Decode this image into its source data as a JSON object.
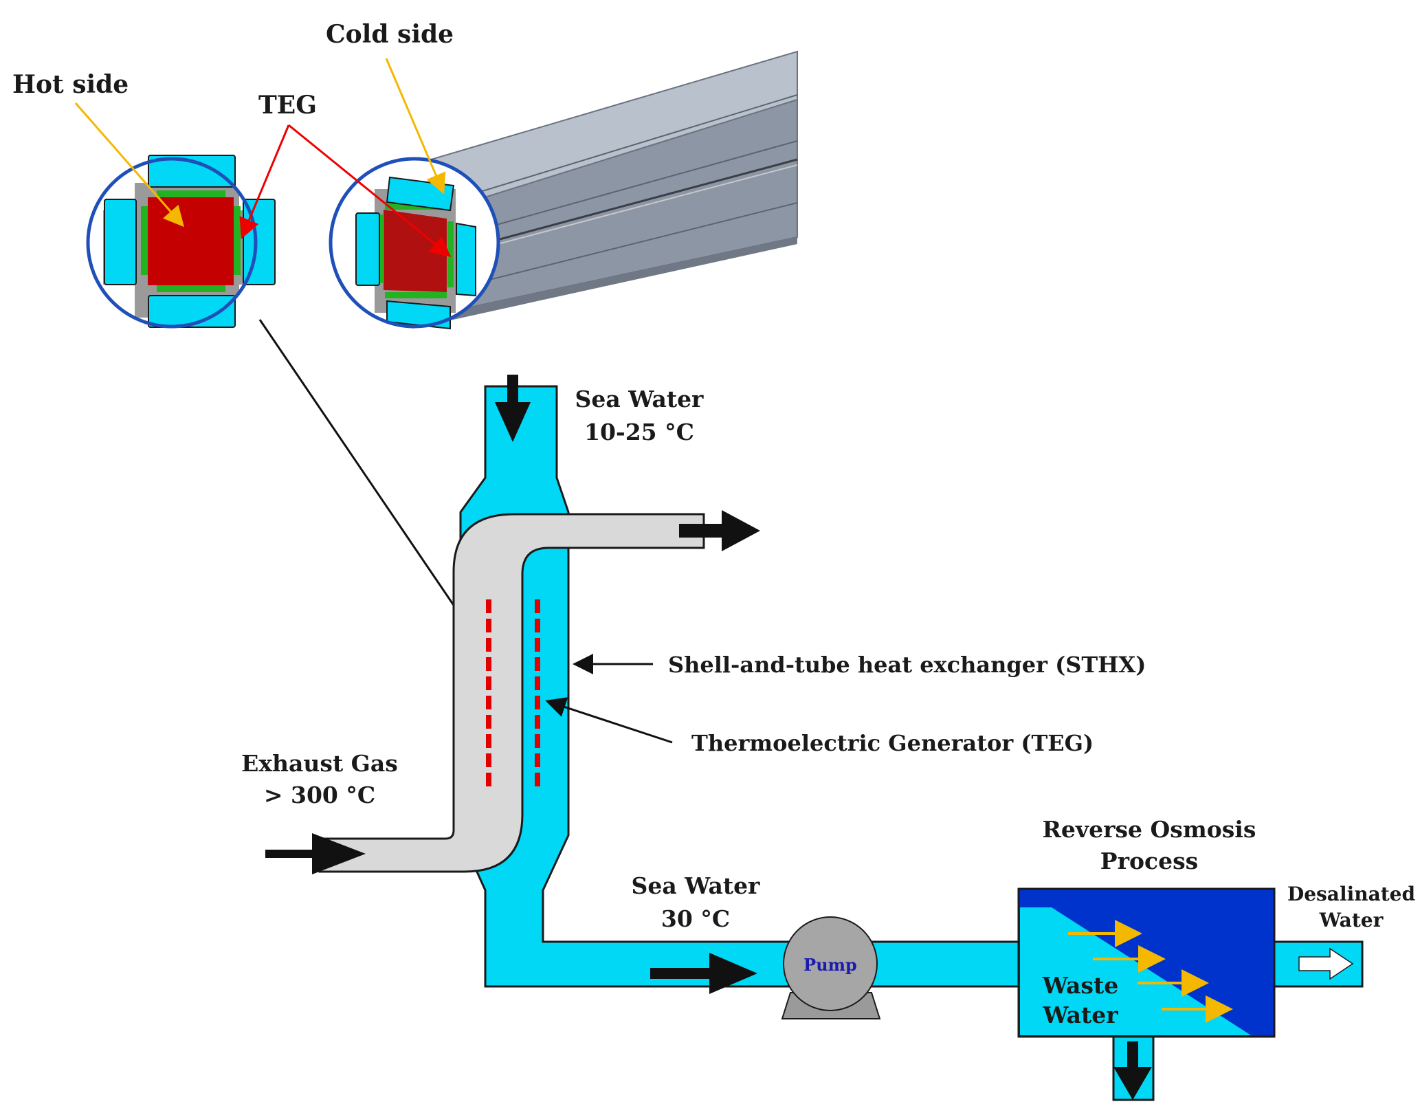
{
  "labels": {
    "hot_side": "Hot side",
    "teg": "TEG",
    "cold_side": "Cold side",
    "sea_water_in_line1": "Sea Water",
    "sea_water_in_line2": "10-25 °C",
    "exhaust_gas_line1": "Exhaust Gas",
    "exhaust_gas_line2": "> 300 °C",
    "sthx": "Shell-and-tube heat exchanger (STHX)",
    "teg_full": "Thermoelectric Generator (TEG)",
    "sea_water_out_line1": "Sea Water",
    "sea_water_out_line2": "30 °C",
    "pump": "Pump",
    "ro_line1": "Reverse Osmosis",
    "ro_line2": "Process",
    "desal_line1": "Desalinated",
    "desal_line2": "Water",
    "waste_line1": "Waste",
    "waste_line2": "Water"
  },
  "colors": {
    "sea_water": "#00d8f5",
    "exhaust_pipe": "#d9d9d9",
    "hot_side": "#c40000",
    "teg_module": "#22b222",
    "ro_dark": "#0033cc",
    "annotation_yellow": "#f5b800",
    "annotation_red": "#ee0000",
    "duct_gray": "#8c96a4"
  }
}
